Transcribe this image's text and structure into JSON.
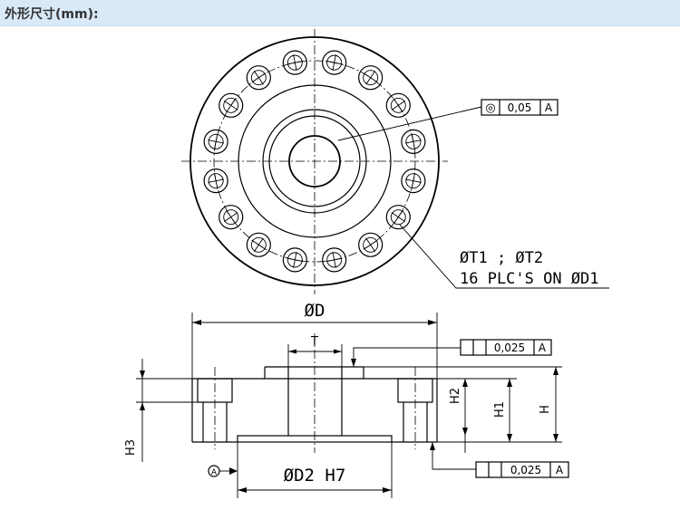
{
  "header": {
    "title": "外形尺寸(mm):"
  },
  "top_view": {
    "concentricity": {
      "symbol": "◎",
      "value": "0,05",
      "datum": "A"
    },
    "holes_line1": "ØT1 ; ØT2",
    "holes_line2": "16 PLC'S ON ØD1",
    "hole_count": 16
  },
  "side_view": {
    "dim_D": "ØD",
    "dim_T": "T",
    "dim_D2": "ØD2 H7",
    "dim_H": "H",
    "dim_H1": "H1",
    "dim_H2": "H2",
    "dim_H3": "H3",
    "datum_label": "A",
    "flatness_top": {
      "value": "0,025",
      "datum": "A"
    },
    "flatness_bottom": {
      "value": "0,025",
      "datum": "A"
    }
  }
}
